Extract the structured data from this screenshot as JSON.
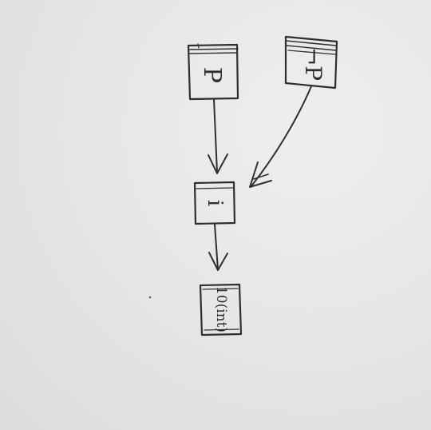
{
  "diagram": {
    "nodes": [
      {
        "id": "p",
        "label": "P"
      },
      {
        "id": "neg_p",
        "label": "¬P"
      },
      {
        "id": "i",
        "label": "i"
      },
      {
        "id": "result",
        "label": "10(int)"
      }
    ],
    "edges": [
      {
        "from": "p",
        "to": "i"
      },
      {
        "from": "neg_p",
        "to": "i"
      },
      {
        "from": "i",
        "to": "result"
      }
    ]
  },
  "colors": {
    "ink": "#2f2f2f",
    "paper": "#e8e8e6"
  }
}
